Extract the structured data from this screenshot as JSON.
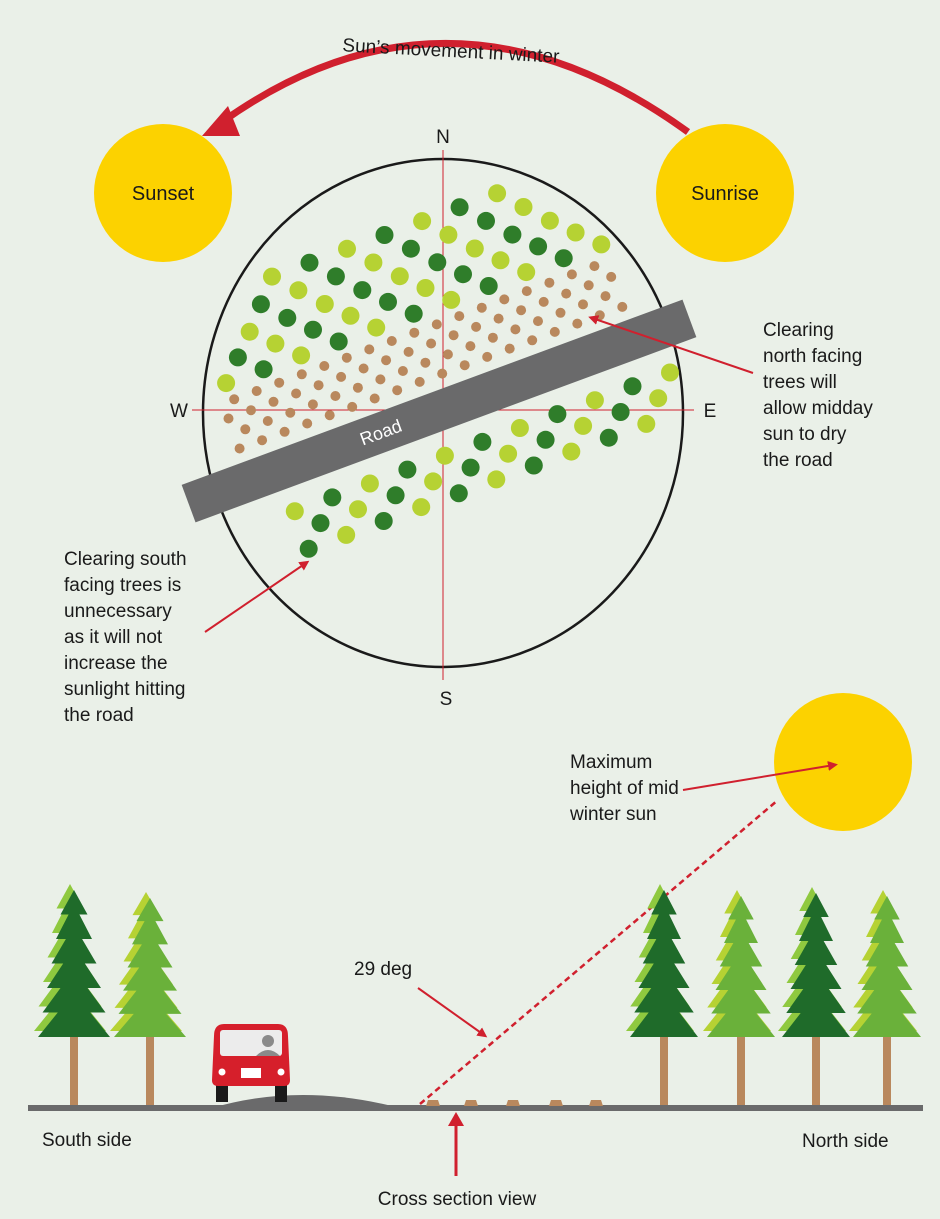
{
  "arc_title": "Sun’s movement in winter",
  "sun_west_label": "Sunset",
  "sun_east_label": "Sunrise",
  "compass": {
    "n": "N",
    "s": "S",
    "w": "W",
    "e": "E"
  },
  "road_label": "Road",
  "north_note": [
    "Clearing",
    "north facing",
    "trees will",
    "allow midday",
    "sun to dry",
    "the road"
  ],
  "south_note": [
    "Clearing south",
    "facing trees is",
    "unnecessary",
    "as it will not",
    "increase the",
    "sunlight hitting",
    "the road"
  ],
  "max_sun_note": [
    "Maximum",
    "height of mid",
    "winter sun"
  ],
  "angle_label": "29 deg",
  "south_side": "South side",
  "north_side": "North side",
  "cross_section": "Cross section view",
  "colors": {
    "background": "#eaf0e8",
    "sun": "#fcd200",
    "arrow_red": "#d0202e",
    "road_gray": "#6a6a6b",
    "tree_dark": "#2f7d2a",
    "tree_light": "#b6d233",
    "stump": "#b9885d",
    "car_red": "#d61f2b"
  }
}
